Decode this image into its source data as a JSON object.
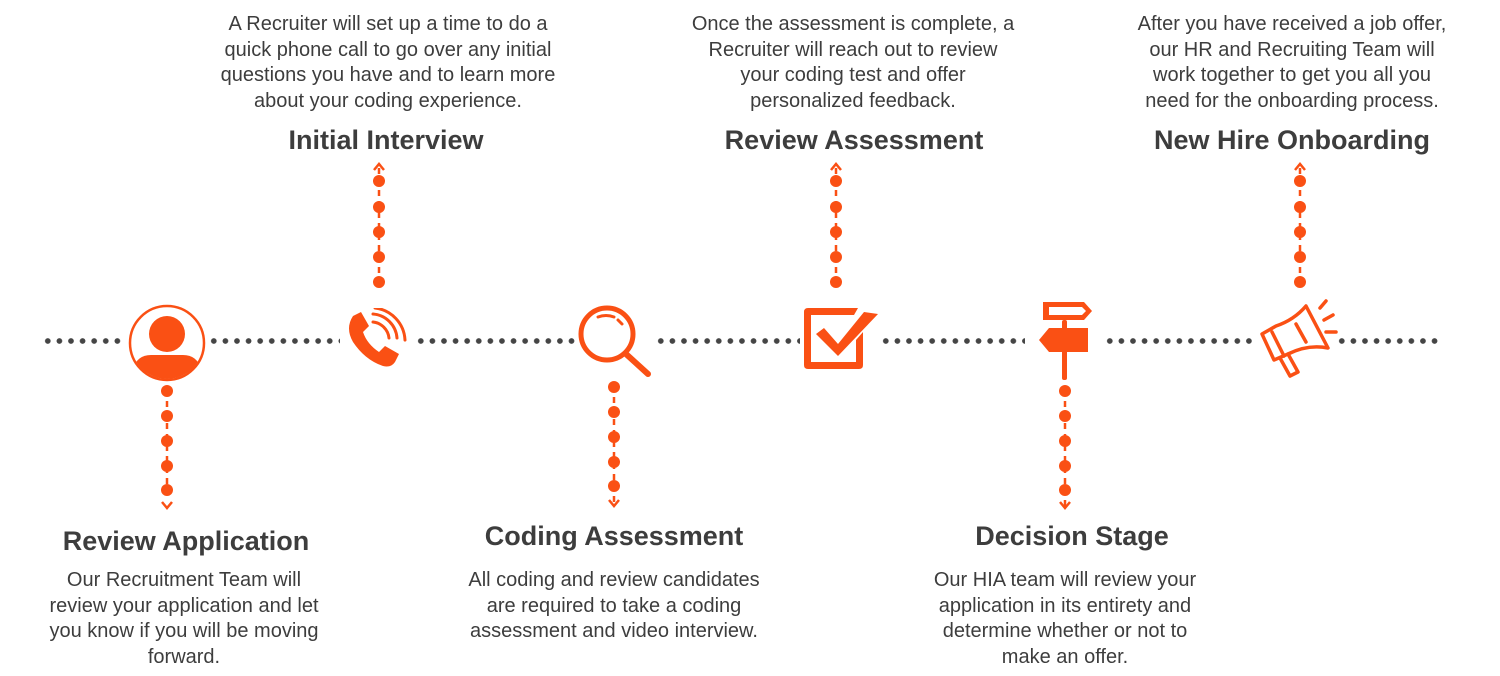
{
  "diagram": {
    "type": "recruitment-process-timeline",
    "accent_color": "#FA5014",
    "line_color": "#454545",
    "text_color": "#3d3d3d",
    "steps": [
      {
        "order": 1,
        "title": "Review Application",
        "icon": "user-icon",
        "position": "below",
        "description": [
          "Our Recruitment Team will",
          "review your application and let",
          "you know if you will be moving",
          "forward."
        ]
      },
      {
        "order": 2,
        "title": "Initial Interview",
        "icon": "phone-icon",
        "position": "above",
        "description": [
          "A Recruiter will set up a time to do a",
          "quick phone call to go over any initial",
          "questions you have and to learn more",
          "about your coding experience."
        ]
      },
      {
        "order": 3,
        "title": "Coding Assessment",
        "icon": "magnifier-icon",
        "position": "below",
        "description": [
          "All coding and review candidates",
          "are required to take a coding",
          "assessment and video interview."
        ]
      },
      {
        "order": 4,
        "title": "Review Assessment",
        "icon": "checkbox-icon",
        "position": "above",
        "description": [
          "Once the assessment is complete, a",
          "Recruiter will reach out to review",
          "your coding test and offer",
          "personalized feedback."
        ]
      },
      {
        "order": 5,
        "title": "Decision Stage",
        "icon": "signpost-icon",
        "position": "below",
        "description": [
          "Our HIA team will review your",
          "application in its entirety and",
          "determine whether or not to",
          "make an offer."
        ]
      },
      {
        "order": 6,
        "title": "New Hire Onboarding",
        "icon": "megaphone-icon",
        "position": "above",
        "description": [
          "After you have received a job offer,",
          "our HR and Recruiting Team will",
          "work together to get you all you",
          "need for the onboarding process."
        ]
      }
    ]
  }
}
